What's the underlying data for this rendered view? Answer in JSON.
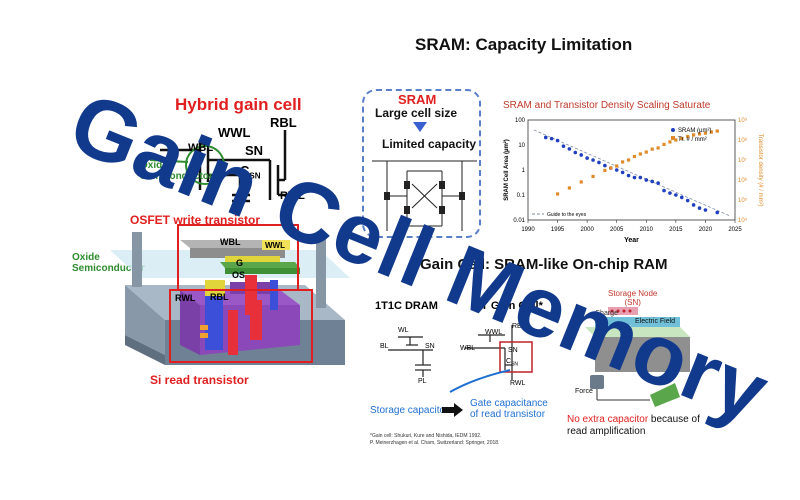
{
  "left_panel": {
    "title": "Hybrid gain cell",
    "wwl": "WWL",
    "wbl": "WBL",
    "rbl": "RBL",
    "sn": "SN",
    "csn": "C",
    "csn_sub": "SN",
    "rwl": "RWL",
    "oxide_label_1": "Oxide",
    "oxide_label_2": "Semiconductor",
    "osfet_label": "OSFET write transistor",
    "oxide_side_1": "Oxide",
    "oxide_side_2": "Semiconductor",
    "stack_wbl": "WBL",
    "stack_g": "G",
    "stack_wwl": "WWL",
    "stack_os": "OS",
    "stack_rwl": "RWL",
    "stack_rbl": "RBL",
    "si_label": "Si read transistor"
  },
  "right_panel": {
    "title": "SRAM: Capacity Limitation",
    "sram_box": {
      "heading": "SRAM",
      "line1": "Large cell size",
      "line2": "Limited capacity"
    },
    "chart_title": "SRAM and Transistor Density Scaling Saturate",
    "subtitle": "Gain Cell: SRAM-like On-chip RAM",
    "dram_title": "1T1C DRAM",
    "gain_title": "2T Gain Cell*",
    "dram_labels": {
      "wl": "WL",
      "bl": "BL",
      "sn": "SN",
      "pl": "PL"
    },
    "gain_labels": {
      "wwl": "WWL",
      "wbl": "WBL",
      "rbl": "RBL",
      "sn": "SN",
      "csn": "C",
      "csn_sub": "SN",
      "rwl": "RWL"
    },
    "storage_cap": "Storage capacitor",
    "gate_cap_1": "Gate capacitance",
    "gate_cap_2": "of read transistor",
    "storage_node_1": "Storage Node",
    "storage_node_2": "(SN)",
    "charge": "Charge",
    "electric_field": "Electric Field",
    "force": "Force",
    "no_cap_red": "No extra capacitor",
    "no_cap_black": " because of",
    "no_cap_black_2": "read amplification",
    "footnote_1": "*Gain cell: Shukuri, Kure and Nishida, IEDM 1992.",
    "footnote_2": "P. Meinerzhagen et al. Cham, Switzerland: Springer, 2018."
  },
  "overlay_title": "Gain Cell Memory",
  "colors": {
    "title_blue": "#123a8c",
    "red": "#e02020",
    "green": "#2e8b2e",
    "blue_text": "#1f6fd0",
    "sram_marker": "#1f3fbf",
    "tr_marker": "#e08a2a"
  },
  "chart_data": {
    "type": "scatter",
    "title": "SRAM and Transistor Density Scaling Saturate",
    "xlabel": "Year",
    "ylabel_left": "SRAM Cell Area (µm²)",
    "ylabel_right": "Transistor density (# / mm²)",
    "x_ticks": [
      1990,
      1995,
      2000,
      2005,
      2010,
      2015,
      2020,
      2025
    ],
    "y_left_ticks": [
      "0.01",
      "0.1",
      "1",
      "10",
      "100"
    ],
    "y_right_ticks": [
      "10⁴",
      "10⁵",
      "10⁶",
      "10⁷",
      "10⁸",
      "10⁹"
    ],
    "xlim": [
      1990,
      2025
    ],
    "ylim_left": [
      0.01,
      100
    ],
    "ylim_right": [
      10000,
      1000000000
    ],
    "y_scale": "log",
    "legend_position": "top-right",
    "legend_note": "Guide to the eyes",
    "series": [
      {
        "name": "SRAM (µm²)",
        "axis": "left",
        "x": [
          1993,
          1994,
          1995,
          1996,
          1997,
          1998,
          1999,
          2000,
          2001,
          2002,
          2003,
          2004,
          2005,
          2006,
          2007,
          2008,
          2009,
          2010,
          2011,
          2012,
          2013,
          2014,
          2015,
          2016,
          2017,
          2018,
          2019,
          2020,
          2022
        ],
        "y": [
          20,
          18,
          15,
          9,
          7,
          5,
          4,
          3,
          2.5,
          2,
          1.5,
          1.2,
          1.0,
          0.8,
          0.6,
          0.5,
          0.5,
          0.4,
          0.35,
          0.3,
          0.15,
          0.12,
          0.1,
          0.08,
          0.06,
          0.04,
          0.03,
          0.025,
          0.02
        ]
      },
      {
        "name": "Tr. # / mm²",
        "axis": "right",
        "x": [
          1995,
          1997,
          1999,
          2001,
          2003,
          2004,
          2005,
          2006,
          2007,
          2008,
          2009,
          2010,
          2011,
          2012,
          2013,
          2014,
          2015,
          2016,
          2017,
          2018,
          2019,
          2020,
          2021,
          2022
        ],
        "y": [
          200000,
          400000,
          800000,
          1500000,
          3000000,
          4000000,
          5000000,
          8000000,
          10000000,
          15000000,
          20000000,
          25000000,
          35000000,
          40000000,
          60000000,
          80000000,
          100000000,
          120000000,
          150000000,
          180000000,
          200000000,
          220000000,
          250000000,
          280000000
        ]
      }
    ]
  }
}
